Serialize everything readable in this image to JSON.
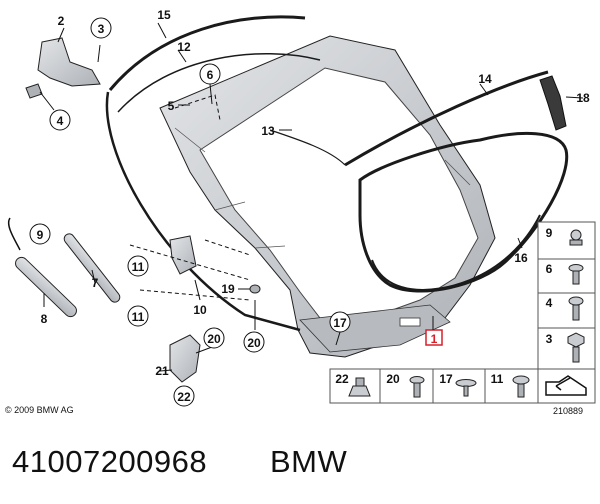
{
  "callouts": {
    "c1": "1",
    "c2": "2",
    "c3": "3",
    "c4": "4",
    "c5": "5",
    "c6": "6",
    "c7": "7",
    "c8": "8",
    "c9": "9",
    "c10": "10",
    "c11a": "11",
    "c11b": "11",
    "c12": "12",
    "c13": "13",
    "c14": "14",
    "c15": "15",
    "c16": "16",
    "c17": "17",
    "c18": "18",
    "c19": "19",
    "c20a": "20",
    "c20b": "20",
    "c21": "21",
    "c22": "22"
  },
  "legend_right": [
    "9",
    "6",
    "4",
    "3"
  ],
  "legend_bottom": [
    "22",
    "20",
    "17",
    "11"
  ],
  "copyright": "© 2009 BMW AG",
  "drawing_number": "210889",
  "part_number": "41007200968",
  "brand": "BMW",
  "colors": {
    "highlight": "#d6202a",
    "line": "#111111",
    "part_fill": "#c9ccd0"
  }
}
